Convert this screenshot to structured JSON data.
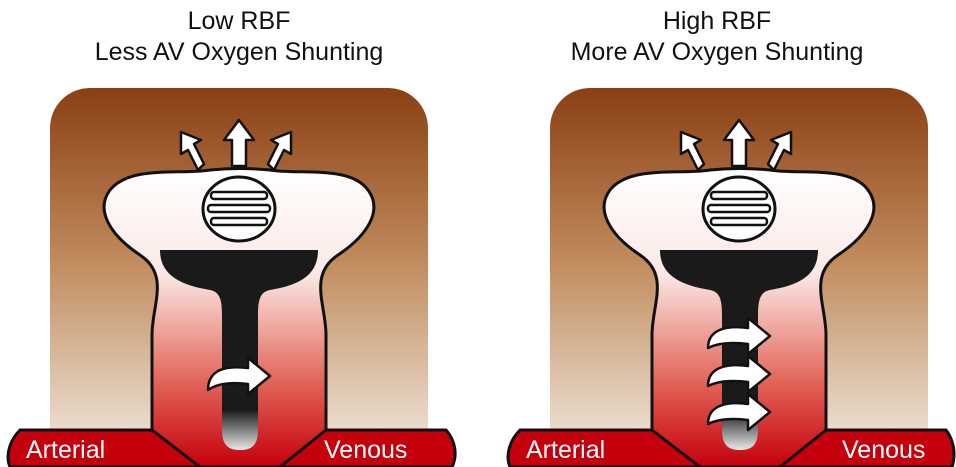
{
  "panels": [
    {
      "title_line1": "Low RBF",
      "title_line2": "Less AV Oxygen Shunting",
      "arterial_label": "Arterial",
      "venous_label": "Venous",
      "shunt_arrow_count": 1
    },
    {
      "title_line1": "High RBF",
      "title_line2": "More AV Oxygen Shunting",
      "arterial_label": "Arterial",
      "venous_label": "Venous",
      "shunt_arrow_count": 3
    }
  ],
  "colors": {
    "tissue_top": "#8a3f14",
    "tissue_bottom": "#f4ede6",
    "blood_red": "#c4000c",
    "dark_core": "#1a1a1a",
    "outline": "#111111"
  }
}
